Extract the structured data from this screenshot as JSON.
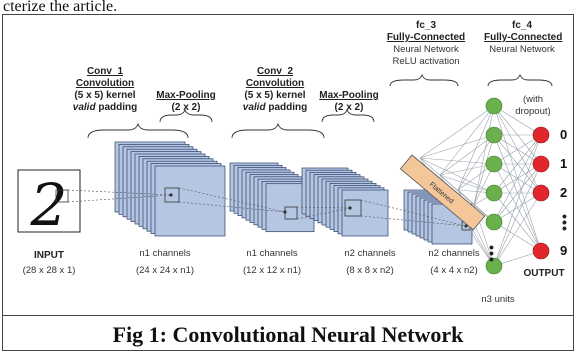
{
  "page_top_text": "cterize the article.",
  "caption": "Fig 1: Convolutional Neural Network",
  "stages": {
    "conv1": {
      "title": "Conv_1",
      "type": "Convolution",
      "kernel": "(5 x 5) kernel",
      "padding_word": "valid",
      "padding_rest": "padding"
    },
    "pool1": {
      "title": "Max-Pooling",
      "size": "(2 x 2)"
    },
    "conv2": {
      "title": "Conv_2",
      "type": "Convolution",
      "kernel": "(5 x 5) kernel",
      "padding_word": "valid",
      "padding_rest": "padding"
    },
    "pool2": {
      "title": "Max-Pooling",
      "size": "(2 x 2)"
    },
    "fc3": {
      "title": "fc_3",
      "type": "Fully-Connected",
      "sub1": "Neural Network",
      "sub2": "ReLU activation"
    },
    "fc4": {
      "title": "fc_4",
      "type": "Fully-Connected",
      "sub1": "Neural Network"
    }
  },
  "dropout_label": "(with\ndropout)",
  "input": {
    "digit": "2",
    "label": "INPUT",
    "dims": "(28 x 28 x 1)"
  },
  "layers": [
    {
      "channels": "n1 channels",
      "dims": "(24 x 24 x n1)"
    },
    {
      "channels": "n1 channels",
      "dims": "(12 x 12 x n1)"
    },
    {
      "channels": "n2 channels",
      "dims": "(8 x 8 x n2)"
    },
    {
      "channels": "n2 channels",
      "dims": "(4 x 4 x n2)"
    }
  ],
  "flattened_label": "Flattened",
  "n3_units": "n3 units",
  "output_label": "OUTPUT",
  "outputs": [
    "0",
    "1",
    "2",
    "9"
  ],
  "colors": {
    "volume_fill": "#b5c6e3",
    "volume_stroke": "#2d3f66",
    "hidden_node": "#6ab04c",
    "output_node": "#e0272c",
    "flatten_fill": "#f4c79a",
    "connection": "#9aa3ad"
  }
}
